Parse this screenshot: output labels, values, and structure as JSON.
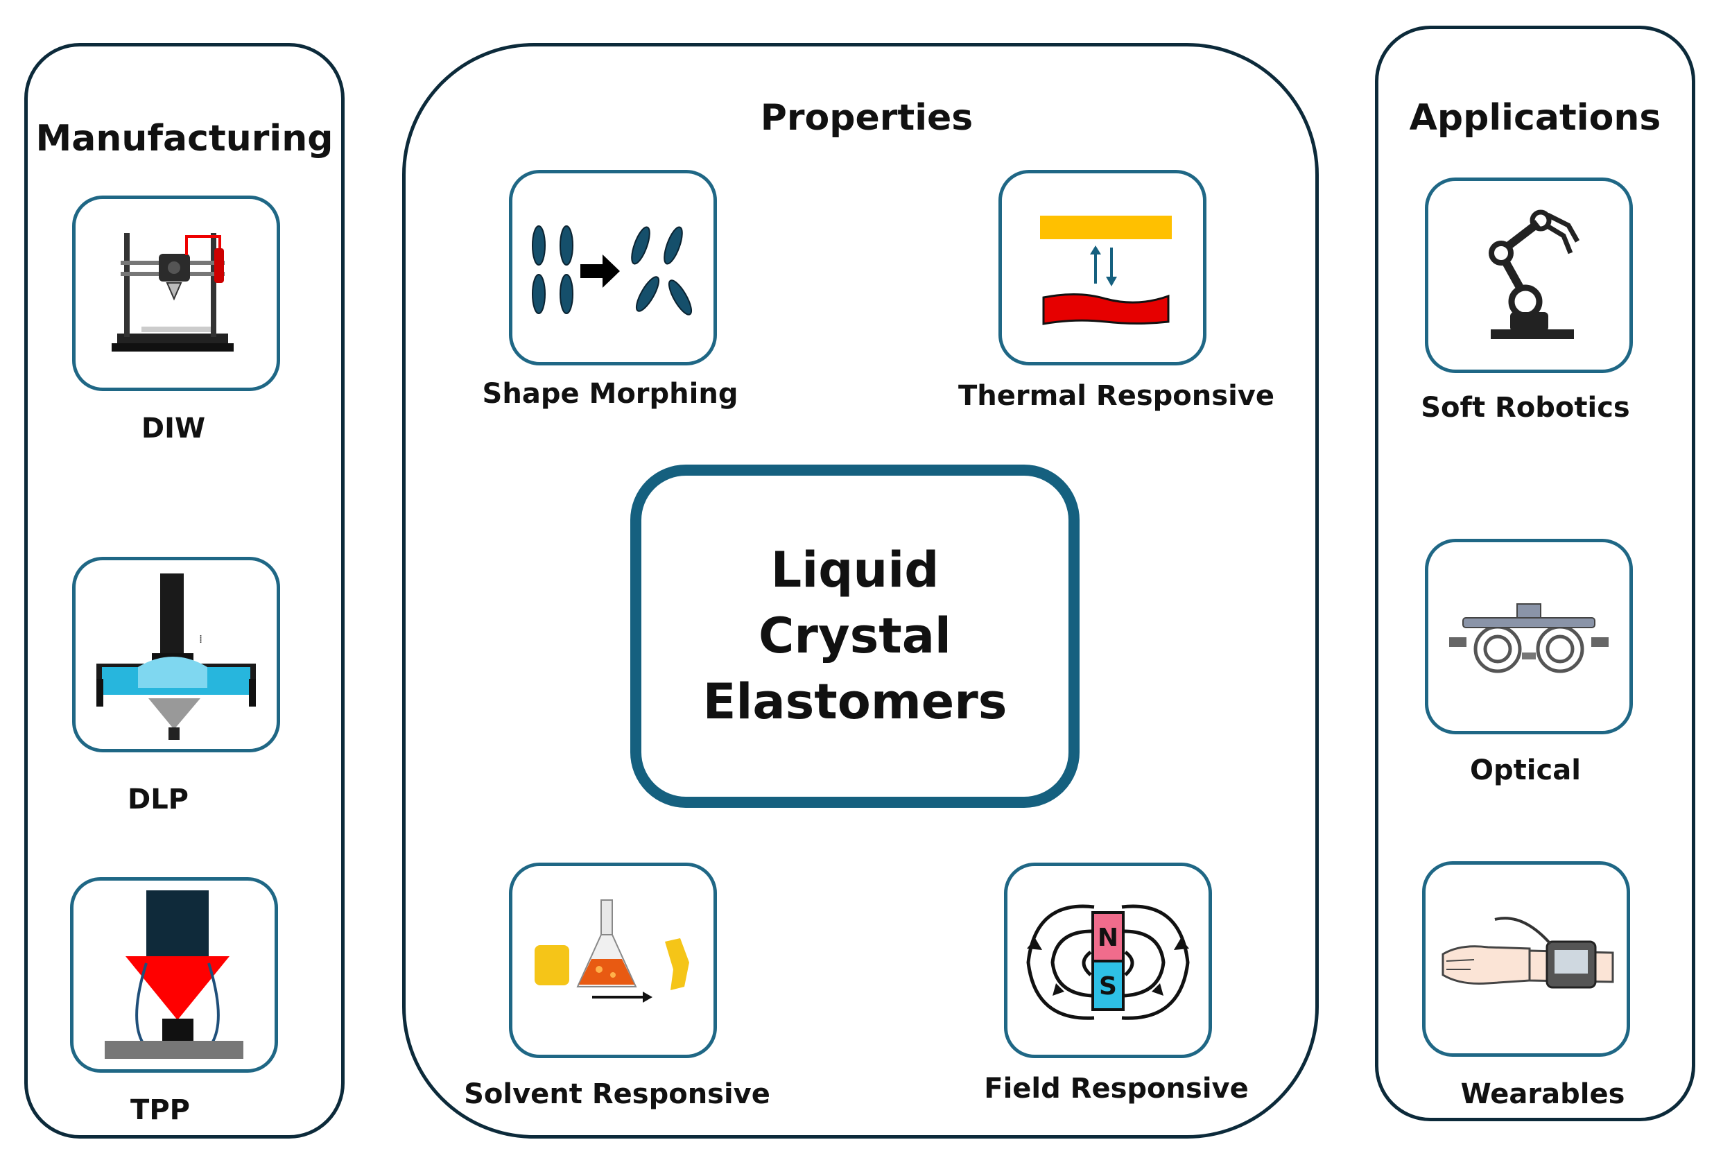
{
  "manufacturing": {
    "heading": "Manufacturing",
    "items": [
      {
        "label": "DIW",
        "icon": "3d-printer-icon"
      },
      {
        "label": "DLP",
        "icon": "dlp-printer-icon"
      },
      {
        "label": "TPP",
        "icon": "two-photon-laser-icon"
      }
    ]
  },
  "properties": {
    "heading": "Properties",
    "center_lines": [
      "Liquid",
      "Crystal",
      "Elastomers"
    ],
    "items": [
      {
        "label": "Shape Morphing",
        "icon": "mesogen-alignment-icon"
      },
      {
        "label": "Thermal Responsive",
        "icon": "heat-deformation-icon"
      },
      {
        "label": "Solvent Responsive",
        "icon": "flask-swelling-icon"
      },
      {
        "label": "Field Responsive",
        "icon": "magnet-field-icon"
      }
    ],
    "magnet_north": "N",
    "magnet_south": "S"
  },
  "applications": {
    "heading": "Applications",
    "items": [
      {
        "label": "Soft Robotics",
        "icon": "robot-arm-icon"
      },
      {
        "label": "Optical",
        "icon": "trial-frame-glasses-icon"
      },
      {
        "label": "Wearables",
        "icon": "wrist-device-icon"
      }
    ]
  },
  "colors": {
    "frame": "#0c2a3a",
    "accent": "#1f6785",
    "mesogen": "#154f6b",
    "heat_bar": "#ffc000",
    "hot_film": "#e60000",
    "laser": "#ff0000",
    "flake": "#f5c518"
  }
}
